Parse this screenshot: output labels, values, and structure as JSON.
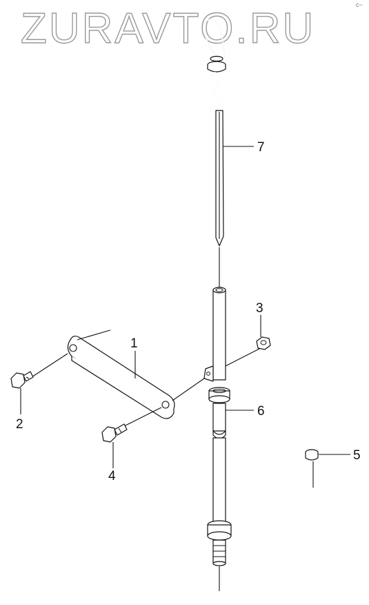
{
  "watermark": "ZURAVTO.RU",
  "corner_mark": "c~",
  "callouts": {
    "c1": "1",
    "c2": "2",
    "c3": "3",
    "c4": "4",
    "c5": "5",
    "c6": "6",
    "c7": "7"
  }
}
